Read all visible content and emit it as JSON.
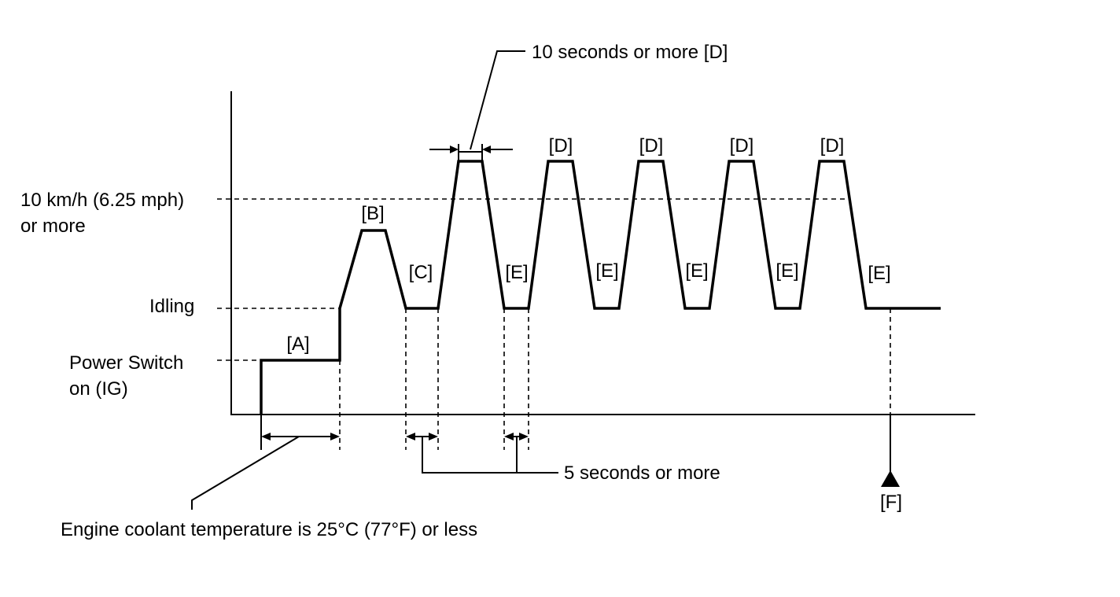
{
  "levels": {
    "speed": "10 km/h (6.25 mph)",
    "speed_cont": "or more",
    "idling": "Idling",
    "power": "Power Switch",
    "power_cont": "on (IG)"
  },
  "phases": {
    "a": "[A]",
    "b": "[B]",
    "c": "[C]",
    "d": "[D]",
    "e": "[E]",
    "f": "[F]"
  },
  "annotations": {
    "ten_seconds": "10 seconds or more  [D]",
    "five_seconds": "5 seconds or more",
    "coolant": "Engine coolant temperature is 25°C (77°F) or less"
  }
}
